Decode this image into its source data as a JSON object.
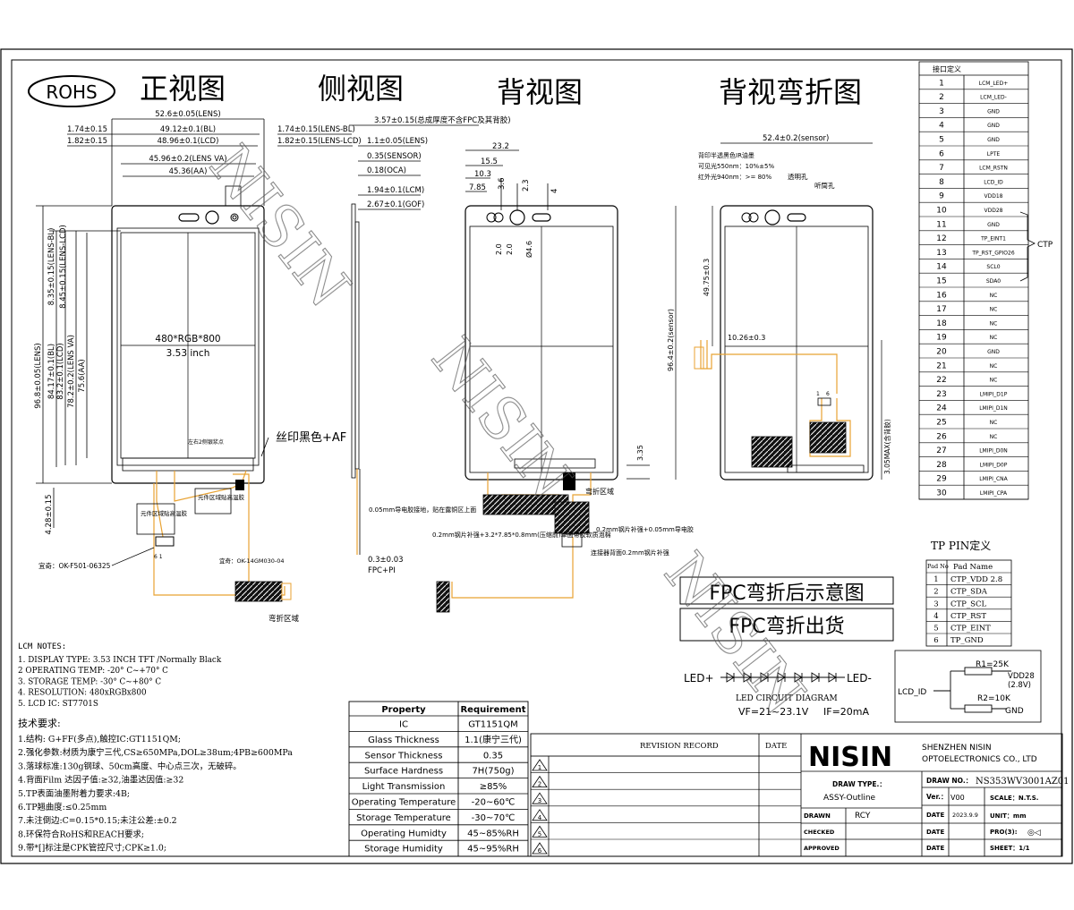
{
  "header": {
    "rohs": "ROHS",
    "view_front": "正视图",
    "view_side": "侧视图",
    "view_back": "背视图",
    "view_back_bent": "背视弯折图"
  },
  "watermark": "NISIN",
  "front": {
    "dims_top": [
      "52.6±0.05(LENS)",
      "49.12±0.1(BL)",
      "48.96±0.1(LCD)",
      "45.96±0.2(LENS VA)",
      "45.36(AA)"
    ],
    "dims_left_top": [
      "1.74±0.15",
      "1.82±0.15"
    ],
    "dims_vertical": [
      "96.8±0.05(LENS)",
      "84.17±0.1(BL)",
      "83.2±0.1(LCD)",
      "78.2±0.2(LENS VA)",
      "75.6(AA)",
      "8.35±0.15(LENS-BL)",
      "8.45±0.15(LENS-LCD)"
    ],
    "resolution": "480*RGB*800",
    "size": "3.53 inch",
    "corner_note": "左右2侧银浆点",
    "silk_note": "丝印黑色+AF",
    "bottom_dim": "4.28±0.15",
    "comp_note1": "元件区域贴高温胶",
    "comp_note2": "元件区域贴高温胶",
    "connector1": "宜奇：OK-F501-06325",
    "connector2": "宜奇：OK-14GM030-04",
    "bend_area": "弯折区域"
  },
  "side": {
    "dims": [
      "3.57±0.15(总成厚度不含FPC及其背胶)",
      "1.74±0.15(LENS-BL)",
      "1.82±0.15(LENS-LCD)",
      "1.1±0.05(LENS)",
      "0.35(SENSOR)",
      "0.18(OCA)",
      "1.94±0.1(LCM)",
      "2.67±0.1(GOF)",
      "0.3±0.03",
      "FPC+PI"
    ]
  },
  "back": {
    "dims": [
      "23.2",
      "15.5",
      "10.3",
      "7.85",
      "3.6",
      "2.3",
      "4",
      "2.0",
      "2.0",
      "Ø4.6",
      "3.35"
    ],
    "note_conductive": "0.05mm导电胶接地，贴在露铜区上面",
    "note_steel1": "0.2mm钢片补强+3.2*7.85*0.8mm(压缩前)单面带胶软质泡棉",
    "note_steel2": "0.2mm钢片补强+0.05mm导电胶",
    "note_conn_back": "连接器背面0.2mm钢片补强",
    "bend_area": "弯折区域"
  },
  "bent": {
    "dim_top": "52.4±0.2(sensor)",
    "ir_note": [
      "背印半透黑色IR油墨",
      "可见光550nm：10%±5%",
      "红外光940nm：>= 80%"
    ],
    "hole1": "透明孔",
    "hole2": "听筒孔",
    "dim_v1": "49.75±0.3",
    "dim_v2": "96.4±0.2(sensor)",
    "dim_fpc": "10.26±0.3",
    "dim_max": "3.05MAX(含背胶)",
    "pin_marks": [
      "1",
      "6"
    ]
  },
  "fpc_titles": [
    "FPC弯折后示意图",
    "FPC弯折出货"
  ],
  "interface": {
    "title": "接口定义",
    "ctp_label": "CTP",
    "pins": [
      [
        "1",
        "LCM_LED+"
      ],
      [
        "2",
        "LCM_LED-"
      ],
      [
        "3",
        "GND"
      ],
      [
        "4",
        "GND"
      ],
      [
        "5",
        "GND"
      ],
      [
        "6",
        "LPTE"
      ],
      [
        "7",
        "LCM_RSTN"
      ],
      [
        "8",
        "LCD_ID"
      ],
      [
        "9",
        "VDD18"
      ],
      [
        "10",
        "VDD28"
      ],
      [
        "11",
        "GND"
      ],
      [
        "12",
        "TP_EINT1"
      ],
      [
        "13",
        "TP_RST_GPIO26"
      ],
      [
        "14",
        "SCL0"
      ],
      [
        "15",
        "SDA0"
      ],
      [
        "16",
        "NC"
      ],
      [
        "17",
        "NC"
      ],
      [
        "18",
        "NC"
      ],
      [
        "19",
        "NC"
      ],
      [
        "20",
        "GND"
      ],
      [
        "21",
        "NC"
      ],
      [
        "22",
        "NC"
      ],
      [
        "23",
        "LMIPI_D1P"
      ],
      [
        "24",
        "LMIPI_D1N"
      ],
      [
        "25",
        "NC"
      ],
      [
        "26",
        "NC"
      ],
      [
        "27",
        "LMIPI_D0N"
      ],
      [
        "28",
        "LMIPI_D0P"
      ],
      [
        "29",
        "LMIPI_CNA"
      ],
      [
        "30",
        "LMIPI_CPA"
      ]
    ]
  },
  "tp_pin": {
    "title": "TP PIN定义",
    "headers": [
      "Pad No",
      "Pad Name"
    ],
    "rows": [
      [
        "1",
        "CTP_VDD 2.8"
      ],
      [
        "2",
        "CTP_SDA"
      ],
      [
        "3",
        "CTP_SCL"
      ],
      [
        "4",
        "CTP_RST"
      ],
      [
        "5",
        "CTP_EINT"
      ],
      [
        "6",
        "TP_GND"
      ]
    ]
  },
  "led": {
    "plus": "LED+",
    "minus": "LED-",
    "title": "LED CIRCUIT DIAGRAM",
    "vf": "VF=21~23.1V",
    "if": "IF=20mA"
  },
  "lcd_id": {
    "r1": "R1=25K",
    "r2": "R2=10K",
    "vdd": "VDD28",
    "vdd_v": "(2.8V)",
    "lcd": "LCD_ID",
    "gnd": "GND"
  },
  "lcm_notes": {
    "title": "LCM NOTES:",
    "lines": [
      "1. DISPLAY TYPE: 3.53 INCH TFT /Normally Black",
      "2  OPERATING TEMP: -20° C~+70° C",
      "3. STORAGE TEMP: -30° C~+80° C",
      "4. RESOLUTION: 480xRGBx800",
      "5. LCD IC: ST7701S"
    ]
  },
  "tech": {
    "title": "技术要求:",
    "lines": [
      "1.结构: G+FF(多点),触控IC:GT1151QM;",
      "2.强化参数:材质为康宁三代,CS≥650MPa,DOL≥38um;4PB≥600MPa",
      "3.落球标准:130g钢球、50cm高度、中心点三次，无破碎。",
      "4.背面Film 达因子值:≥32,油墨达因值:≥32",
      "5.TP表面油墨附着力要求:4B;",
      "6.TP翘曲度:≤0.25mm",
      "7.未注倒边:C=0.15*0.15;未注公差:±0.2",
      "8.环保符合RoHS和REACH要求;",
      "9.带*[]标注是CPK管控尺寸;CPK≥1.0;"
    ]
  },
  "property": {
    "headers": [
      "Property",
      "Requirement"
    ],
    "rows": [
      [
        "IC",
        "GT1151QM"
      ],
      [
        "Glass Thickness",
        "1.1(康宁三代)"
      ],
      [
        "Sensor Thickness",
        "0.35"
      ],
      [
        "Surface Hardness",
        "7H(750g)"
      ],
      [
        "Light Transmission",
        "≥85%"
      ],
      [
        "Operating Temperature",
        "-20~60℃"
      ],
      [
        "Storage Temperature",
        "-30~70℃"
      ],
      [
        "Operating Humidty",
        "45~85%RH"
      ],
      [
        "Storage Humidity",
        "45~95%RH"
      ]
    ]
  },
  "title_block": {
    "revision": "REVISION RECORD",
    "date": "DATE",
    "rev_marks": [
      "1",
      "2",
      "3",
      "4",
      "5",
      "6"
    ],
    "logo": "NISIN",
    "company1": "SHENZHEN NISIN",
    "company2": "OPTOELECTRONICS CO., LTD",
    "draw_no_label": "DRAW NO.：",
    "draw_no": "NS353WV3001AZ01",
    "draw_type_label": "DRAW TYPE.：",
    "draw_type": "ASSY-Outline",
    "ver_label": "Ver.：",
    "ver": "V00",
    "scale": "SCALE：N.T.S.",
    "drawn_label": "DRAWN",
    "drawn": "RCY",
    "date_label": "DATE",
    "date_val": "2023.9.9",
    "unit": "UNIT：mm",
    "checked": "CHECKED",
    "approved": "APPROVED",
    "pro": "PRO(3):",
    "sheet": "SHEET：1/1"
  }
}
